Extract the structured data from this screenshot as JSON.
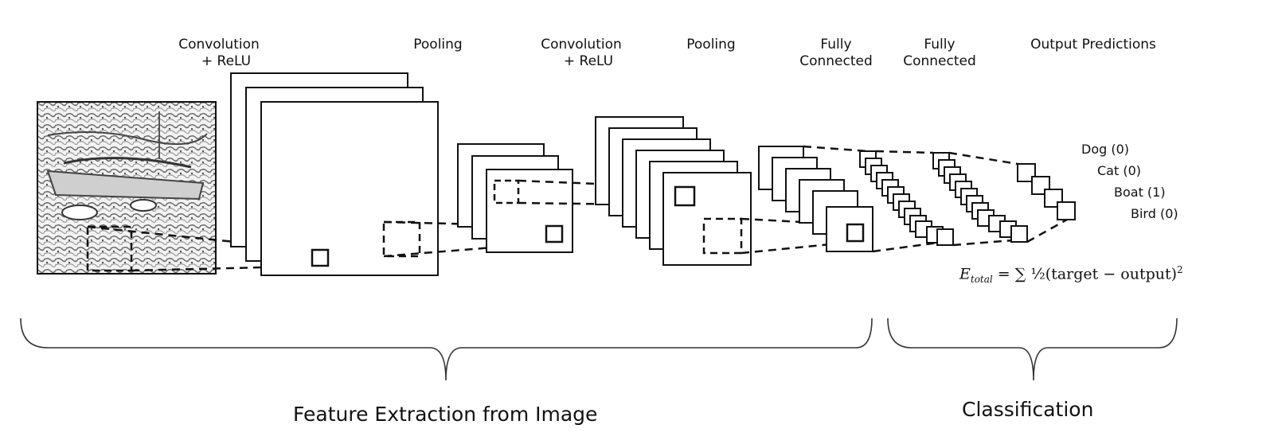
{
  "layer_labels": {
    "conv1": [
      "Convolution",
      "+ ReLU"
    ],
    "pool1": [
      "Pooling"
    ],
    "conv2": [
      "Convolution",
      "+ ReLU"
    ],
    "pool2": [
      "Pooling"
    ],
    "fc1": [
      "Fully",
      "Connected"
    ],
    "fc2": [
      "Fully",
      "Connected"
    ],
    "output": [
      "Output Predictions"
    ]
  },
  "classes": [
    "Dog (0)",
    "Cat (0)",
    "Boat (1)",
    "Bird (0)"
  ],
  "formula": {
    "lhs": "E",
    "lhs_sub": "total",
    "rhs": "= ∑ ½(target − output)",
    "rhs_sup": "2"
  },
  "sections": {
    "feature_extraction": "Feature Extraction from Image",
    "classification": "Classification"
  },
  "colors": {
    "stroke": "#111111",
    "fill": "#ffffff",
    "image_tone": "#8a8a8a"
  },
  "icons": {
    "input_image": "boat-photo-thumbnail"
  }
}
